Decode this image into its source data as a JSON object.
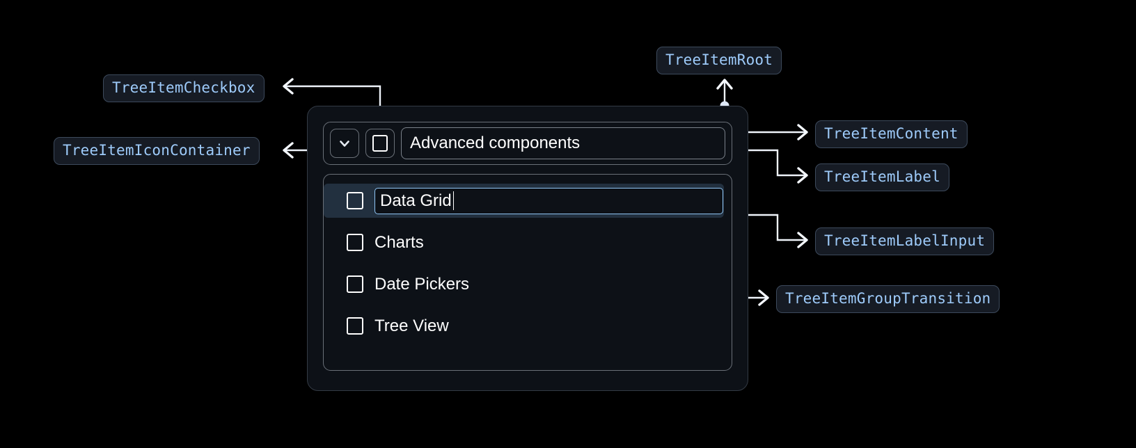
{
  "annotations": [
    {
      "id": "checkbox",
      "label": "TreeItemCheckbox"
    },
    {
      "id": "icon_container",
      "label": "TreeItemIconContainer"
    },
    {
      "id": "root",
      "label": "TreeItemRoot"
    },
    {
      "id": "content",
      "label": "TreeItemContent"
    },
    {
      "id": "label",
      "label": "TreeItemLabel"
    },
    {
      "id": "label_input",
      "label": "TreeItemLabelInput"
    },
    {
      "id": "group_transition",
      "label": "TreeItemGroupTransition"
    }
  ],
  "tree": {
    "expand_icon": "chevron-down-icon",
    "parent": {
      "label": "Advanced components",
      "checked": false,
      "expanded": true
    },
    "children": [
      {
        "label": "Data Grid",
        "checked": false,
        "editing": true,
        "selected": true
      },
      {
        "label": "Charts",
        "checked": false,
        "editing": false,
        "selected": false
      },
      {
        "label": "Date Pickers",
        "checked": false,
        "editing": false,
        "selected": false
      },
      {
        "label": "Tree View",
        "checked": false,
        "editing": false,
        "selected": false
      }
    ]
  },
  "colors": {
    "page_background": "#000000",
    "chip_background": "#161b24",
    "chip_border": "#3d4a5c",
    "chip_text": "#9ecbfa",
    "container_background": "#0d1117",
    "container_border": "#6a7078",
    "root_border": "#343b45",
    "connector": "#eef3fa",
    "selected_row": "#22303f",
    "input_border": "#8fc5f4",
    "text": "#ffffff"
  }
}
